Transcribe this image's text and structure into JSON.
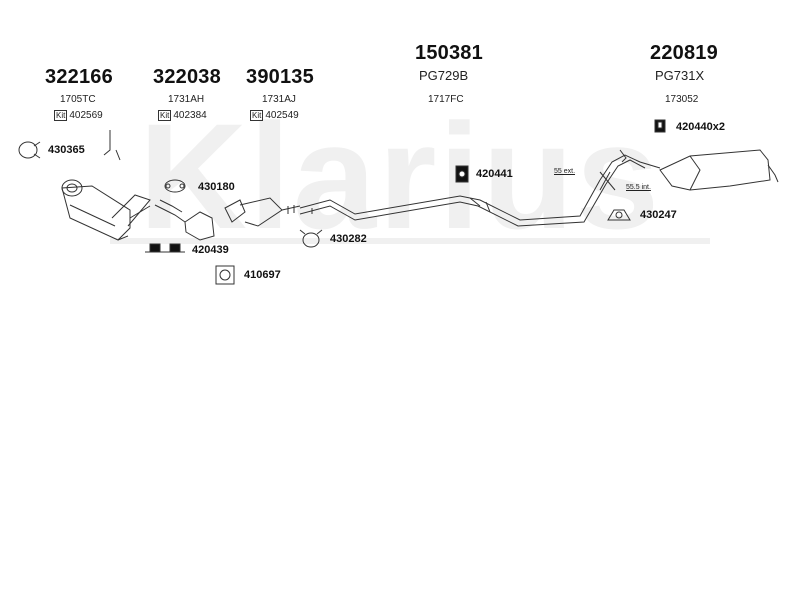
{
  "watermark": "Klarius",
  "groups": [
    {
      "number": "322166",
      "code": "1705TC",
      "kit_label": "Kit",
      "kit": "402569"
    },
    {
      "number": "322038",
      "code": "1731AH",
      "kit_label": "Kit",
      "kit": "402384"
    },
    {
      "number": "390135",
      "code": "1731AJ",
      "kit_label": "Kit",
      "kit": "402549"
    },
    {
      "number": "150381",
      "model": "PG729B",
      "code": "1717FC"
    },
    {
      "number": "220819",
      "model": "PG731X",
      "code": "173052"
    }
  ],
  "parts": {
    "p430365": "430365",
    "p430180": "430180",
    "p420439": "420439",
    "p410697": "410697",
    "p430282": "430282",
    "p420441": "420441",
    "p420440": "420440x2",
    "p430247": "430247"
  },
  "measurements": {
    "ext": "55 ext.",
    "int": "55.5 int."
  }
}
